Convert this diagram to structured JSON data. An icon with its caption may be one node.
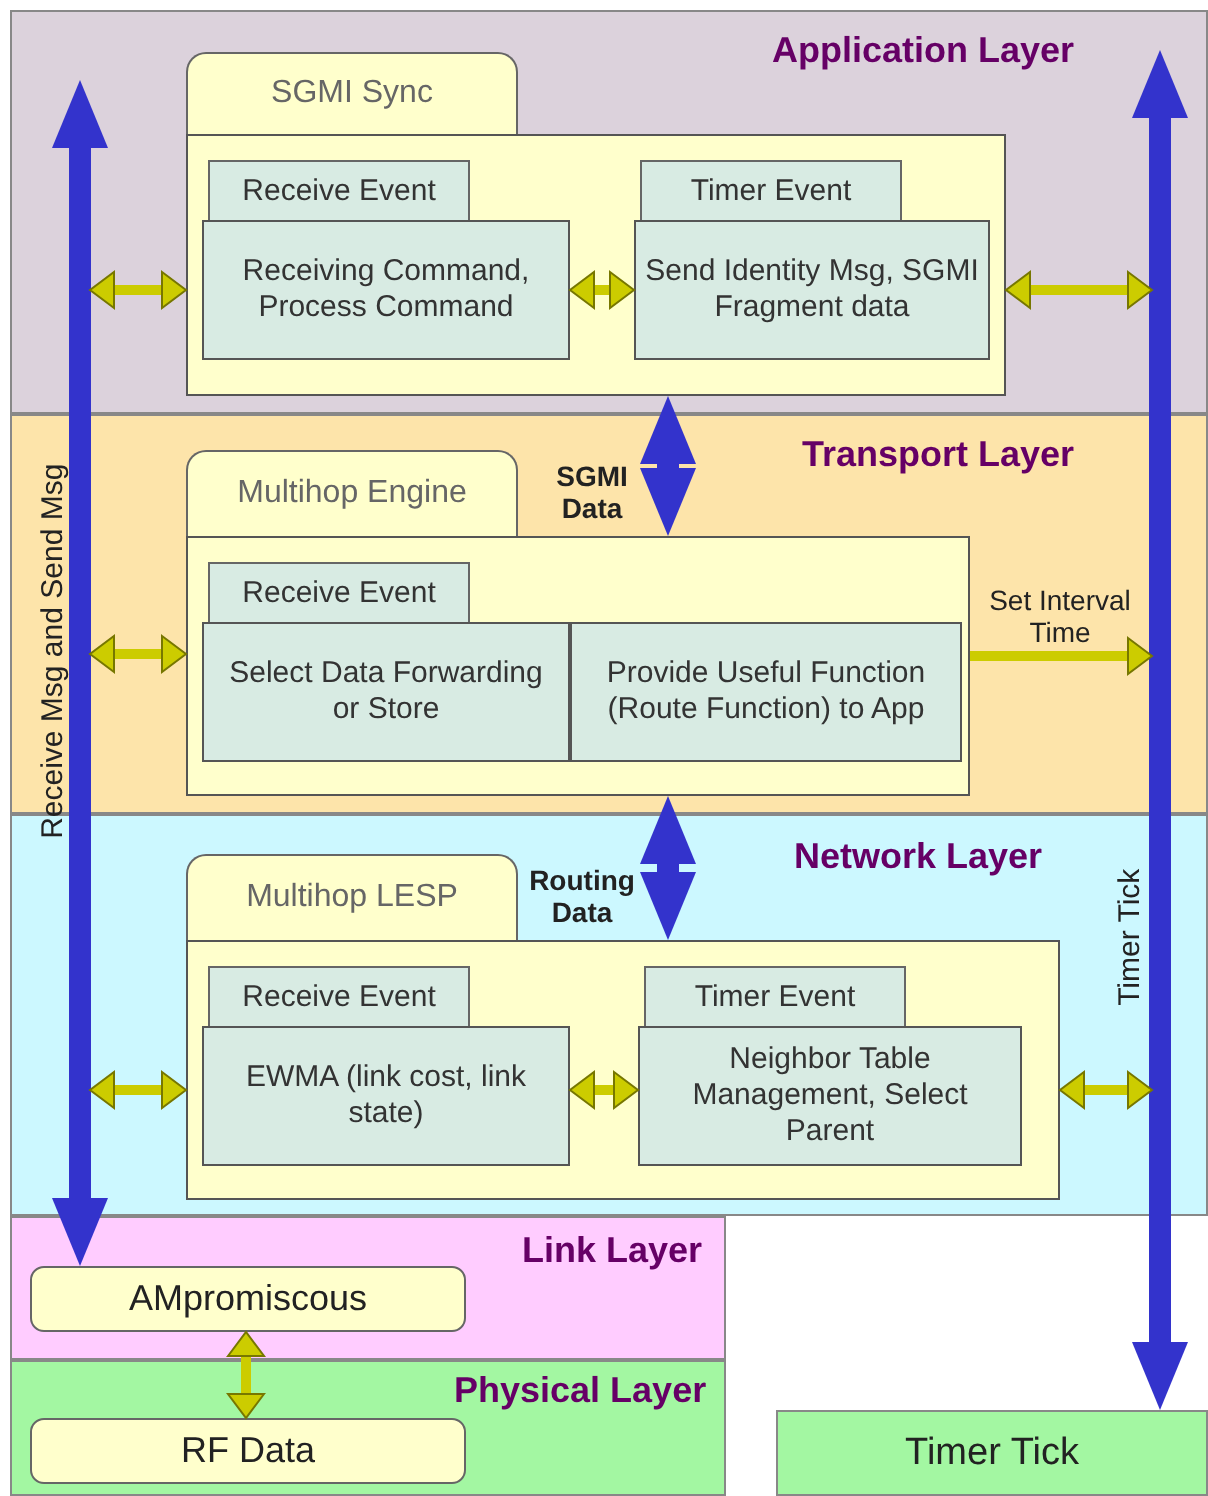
{
  "diagram": {
    "nodes": [
      {
        "text": [
          "Application Layer"
        ]
      },
      {
        "text": [
          "SGMI Sync"
        ],
        "in": 0
      },
      {
        "text": [
          "Receive Event",
          "Receiving Command, Process Command"
        ],
        "in": 1
      },
      {
        "text": [
          "Timer Event",
          "Send Identity Msg, SGMI Fragment data"
        ],
        "in": 1
      },
      {
        "text": [
          "Transport Layer"
        ]
      },
      {
        "text": [
          "Multihop Engine"
        ],
        "in": 4
      },
      {
        "text": [
          "Receive Event",
          "Select Data Forwarding or Store"
        ],
        "in": 5
      },
      {
        "text": [
          "Provide Useful Function (Route Function) to App"
        ],
        "in": 5
      },
      {
        "text": [
          "Network Layer"
        ]
      },
      {
        "text": [
          "Multihop LESP"
        ],
        "in": 8
      },
      {
        "text": [
          "Receive Event",
          "EWMA (link cost, link state)"
        ],
        "in": 9
      },
      {
        "text": [
          "Timer Event",
          "Neighbor Table Management, Select Parent"
        ],
        "in": 9
      },
      {
        "text": [
          "Link Layer"
        ]
      },
      {
        "text": [
          "AMpromiscous"
        ],
        "in": 12
      },
      {
        "text": [
          "Physical Layer"
        ]
      },
      {
        "text": [
          "RF Data"
        ],
        "in": 14
      },
      {
        "text": [
          "Timer Tick"
        ]
      }
    ],
    "edges": [
      {
        "from": 0,
        "to": 13,
        "arrow": "both",
        "label": "Receive Msg and Send Msg",
        "style": "thick",
        "color": "#3333cc"
      },
      {
        "from": 0,
        "to": 16,
        "arrow": "both",
        "label": "Timer Tick",
        "style": "thick",
        "color": "#3333cc"
      },
      {
        "from": 1,
        "to": 5,
        "arrow": "both",
        "label": "SGMI Data",
        "style": "thick",
        "color": "#3333cc"
      },
      {
        "from": 5,
        "to": 9,
        "arrow": "both",
        "label": "Routing Data",
        "style": "thick",
        "color": "#3333cc"
      },
      {
        "from": null,
        "to": 1,
        "arrow": "both"
      },
      {
        "from": 2,
        "to": 3,
        "arrow": "both"
      },
      {
        "from": 1,
        "to": null,
        "arrow": "both"
      },
      {
        "from": null,
        "to": 5,
        "arrow": "both"
      },
      {
        "from": 5,
        "to": null,
        "arrow": "to",
        "label": "Set Interval Time"
      },
      {
        "from": null,
        "to": 9,
        "arrow": "both"
      },
      {
        "from": 10,
        "to": 11,
        "arrow": "both"
      },
      {
        "from": 9,
        "to": null,
        "arrow": "both"
      },
      {
        "from": 13,
        "to": 15,
        "arrow": "both"
      }
    ]
  }
}
